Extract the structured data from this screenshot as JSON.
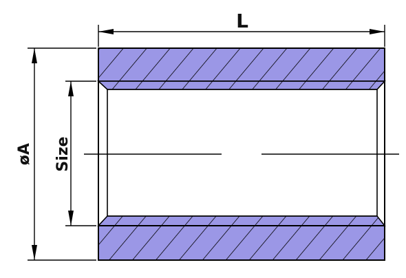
{
  "labels": {
    "length": "L",
    "outer_diameter": "øA",
    "size": "Size"
  },
  "colors": {
    "section_fill": "#9B97E6",
    "line": "#000000",
    "background": "#FFFFFF"
  }
}
